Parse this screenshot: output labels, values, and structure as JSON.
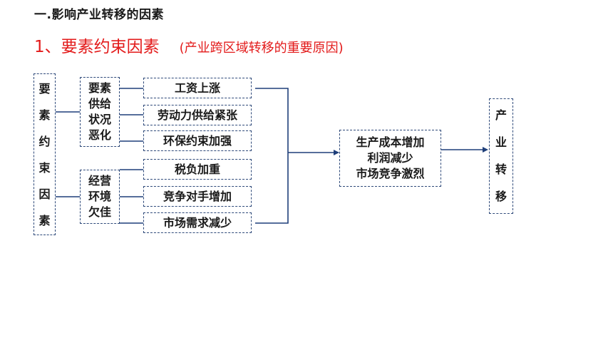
{
  "heading": "一.影响产业转移的因素",
  "subheading": {
    "main": "1、要素约束因素",
    "note": "(产业跨区域转移的重要原因)"
  },
  "diagram": {
    "root": [
      "要",
      "素",
      "约",
      "束",
      "因",
      "素"
    ],
    "group_a": [
      "要素",
      "供给",
      "状况",
      "恶化"
    ],
    "group_b": [
      "经营",
      "环境",
      "欠佳"
    ],
    "factors_a": [
      "工资上涨",
      "劳动力供给紧张",
      "环保约束加强"
    ],
    "factors_b": [
      "税负加重",
      "竞争对手增加",
      "市场需求减少"
    ],
    "result": [
      "生产成本增加",
      "利润减少",
      "市场竞争激烈"
    ],
    "outcome": [
      "产",
      "业",
      "转",
      "移"
    ],
    "line_color": "#1f3f7a",
    "title_color": "#e31a1a"
  }
}
